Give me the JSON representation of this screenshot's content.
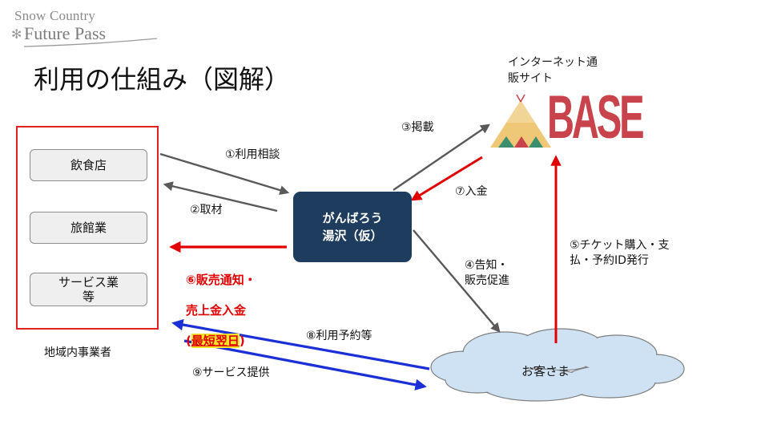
{
  "logo": {
    "line1": "Snow Country",
    "line2": "Future Pass"
  },
  "title": "利用の仕組み（図解）",
  "businesses": {
    "items": [
      "飲食店",
      "旅館業",
      "サービス業\n等"
    ],
    "group_label": "地域内事業者"
  },
  "center": {
    "label": "がんばろう\n湯沢（仮）"
  },
  "shop": {
    "label": "インターネット通\n販サイト",
    "logo_text": "BASE"
  },
  "customer": {
    "label": "お客さま"
  },
  "flows": {
    "f1": "①利用相談",
    "f2": "②取材",
    "f3": "③掲載",
    "f4": "④告知・\n販売促進",
    "f5": "⑤チケット購入・支\n払・予約ID発行",
    "f6_line1": "⑥販売通知・",
    "f6_line2": "売上金入金",
    "f6_line3_open": "(",
    "f6_line3_highlight": "最短翌日",
    "f6_line3_close": ")",
    "f7": "⑦入金",
    "f8": "⑧利用予約等",
    "f9": "⑨サービス提供"
  },
  "colors": {
    "red": "#e00000",
    "blue": "#1a2fd6",
    "gray_arrow": "#595959",
    "navy": "#1d3c5e",
    "cloud_fill": "#cfe2f3",
    "base_red": "#c8434b"
  }
}
